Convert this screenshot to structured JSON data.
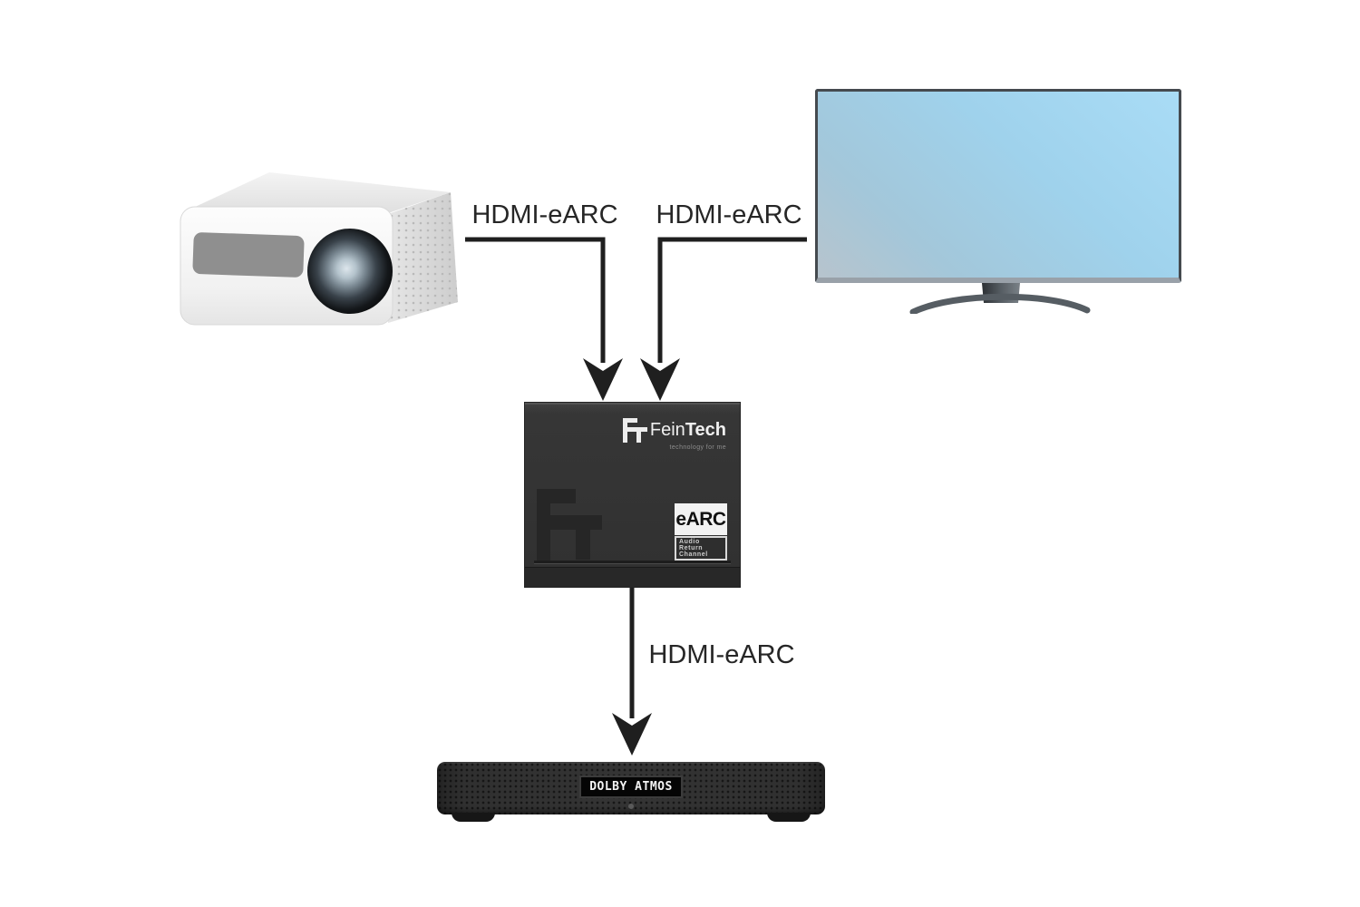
{
  "diagram": {
    "background_color": "#ffffff",
    "line_color": "#1f1f1f",
    "connections": [
      {
        "id": "projector-to-switch",
        "label": "HDMI-eARC"
      },
      {
        "id": "tv-to-switch",
        "label": "HDMI-eARC"
      },
      {
        "id": "switch-to-soundbar",
        "label": "HDMI-eARC"
      }
    ],
    "devices": {
      "projector": {
        "type": "projector"
      },
      "tv": {
        "type": "television",
        "screen_color_top": "#a9dcf6",
        "screen_color_bottom": "#b7c4cd"
      },
      "switch": {
        "type": "hdmi-earc-switch",
        "body_color": "#333333",
        "brand_mark": "FT",
        "brand_name_regular": "Fein",
        "brand_name_bold": "Tech",
        "tagline": "technology for me",
        "watermark_mark": "FT",
        "badge": {
          "title": "eARC",
          "lines": [
            "Audio",
            "Return",
            "Channel"
          ]
        }
      },
      "soundbar": {
        "type": "soundbar",
        "display_text": "DOLBY ATMOS",
        "body_color": "#2e2e2e"
      }
    }
  }
}
